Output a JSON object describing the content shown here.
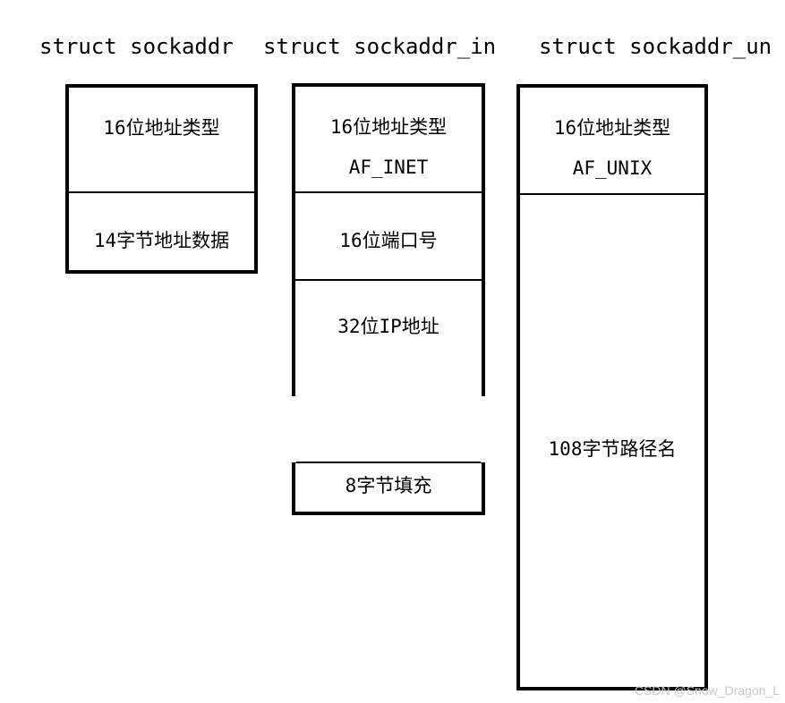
{
  "structs": {
    "sockaddr": {
      "title": "struct sockaddr",
      "fields": [
        {
          "line1": "16位地址类型"
        },
        {
          "line1": "14字节地址数据"
        }
      ]
    },
    "sockaddr_in": {
      "title": "struct sockaddr_in",
      "fields": [
        {
          "line1": "16位地址类型",
          "line2": "AF_INET"
        },
        {
          "line1": "16位端口号"
        },
        {
          "line1": "32位IP地址"
        },
        {
          "line1": "8字节填充"
        }
      ]
    },
    "sockaddr_un": {
      "title": "struct sockaddr_un",
      "fields": [
        {
          "line1": "16位地址类型",
          "line2": "AF_UNIX"
        },
        {
          "line1": "108字节路径名"
        }
      ]
    }
  },
  "watermark": "CSDN @Snow_Dragon_L"
}
